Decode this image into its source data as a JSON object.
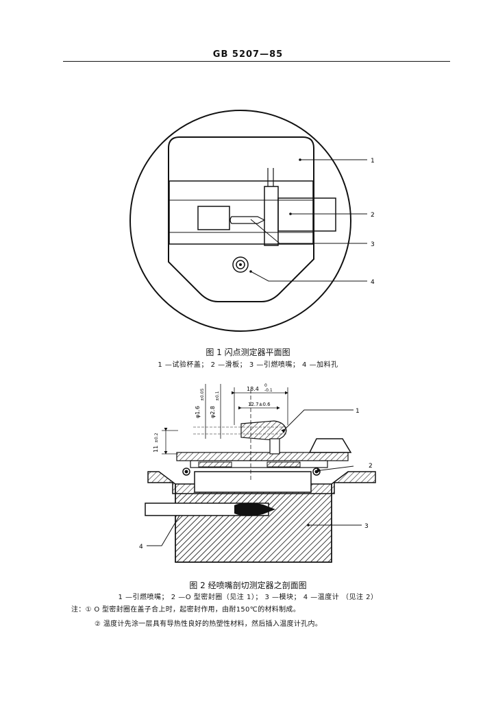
{
  "header": {
    "standard_number": "GB 5207—85"
  },
  "figure1": {
    "title": "图 1    闪点测定器平面图",
    "legend": "1 —试验杯盖； 2 —滑板； 3 —引燃喷嘴； 4 —加料孔",
    "callouts": [
      "1",
      "2",
      "3",
      "4"
    ]
  },
  "figure2": {
    "title": "图 2    经喷嘴剖切测定器之剖面图",
    "legend": "1 —引燃喷嘴； 2 —O 型密封圈（见注 1）； 3 —模块； 4 —温度计 （见注 2）",
    "callouts": [
      "1",
      "2",
      "3",
      "4"
    ],
    "dimensions": {
      "d1": "18.4",
      "d1_tol_top": "0",
      "d1_tol_bottom": "-0.1",
      "d2": "12.7±0.6",
      "d3": "φ1.6",
      "d3_tol": "±0.05",
      "d4": "φ2.8",
      "d4_tol": "±0.1",
      "d5": "11",
      "d5_tol": "±0.2"
    }
  },
  "notes": {
    "note1": "注：①  O 型密封圈在盖子合上时，起密封作用，由耐150℃的材料制成。",
    "note2": "②  温度计先涂一层具有导热性良好的热塑性材料，然后插入温度计孔内。"
  }
}
